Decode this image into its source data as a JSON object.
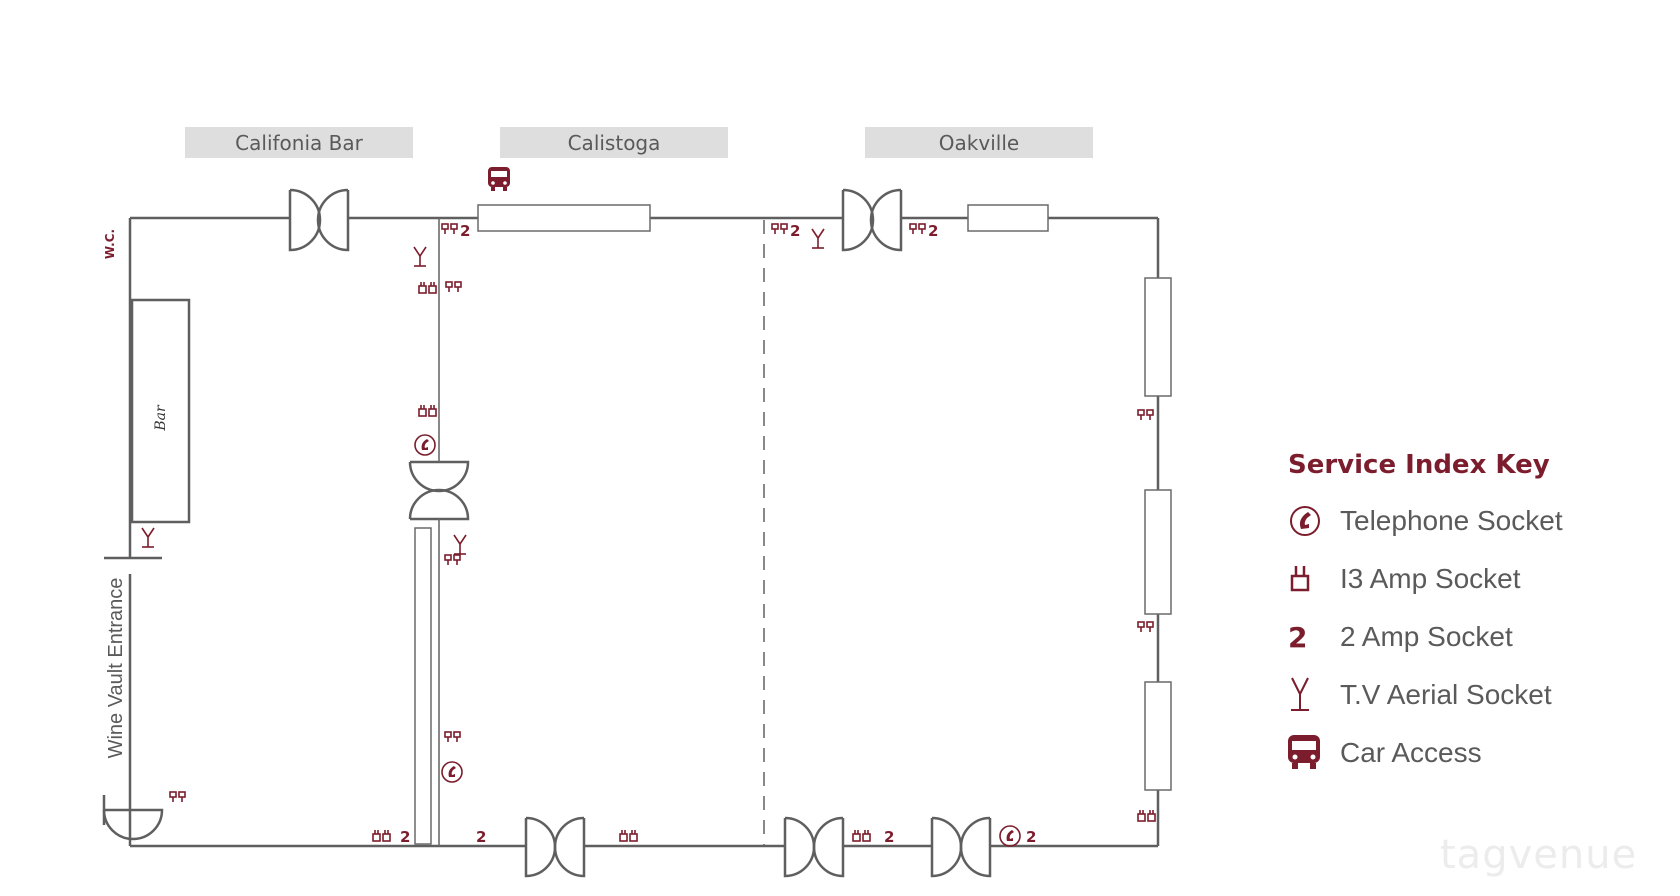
{
  "rooms": {
    "california_bar": "Califonia Bar",
    "calistoga": "Calistoga",
    "oakville": "Oakville"
  },
  "labels": {
    "wc": "W.C.",
    "bar": "Bar",
    "wine_vault_entrance": "Wine Vault Entrance",
    "two": "2"
  },
  "key": {
    "title": "Service Index Key",
    "items": [
      {
        "icon": "telephone-socket-icon",
        "label": "Telephone Socket"
      },
      {
        "icon": "13-amp-socket-icon",
        "label": "I3 Amp Socket"
      },
      {
        "icon": "2-amp-socket-icon",
        "label": "2 Amp Socket",
        "glyph": "2"
      },
      {
        "icon": "tv-aerial-socket-icon",
        "label": "T.V Aerial Socket"
      },
      {
        "icon": "car-access-icon",
        "label": "Car Access"
      }
    ]
  },
  "watermark": "tagvenue",
  "colors": {
    "accent": "#7b1d2c",
    "wall": "#5f5f5f",
    "label_band": "#dedede",
    "text": "#5a5a5a"
  }
}
